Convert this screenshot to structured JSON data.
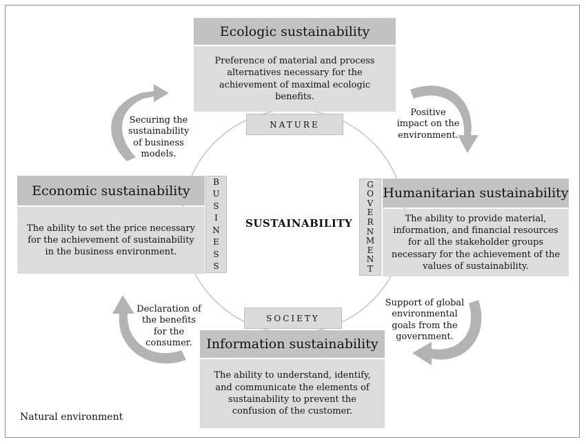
{
  "center_label": "SUSTAINABILITY",
  "footer_label": "Natural environment",
  "boxes": {
    "ecologic": {
      "title": "Ecologic sustainability",
      "body": "Preference of material and process alternatives necessary for the achievement of maximal ecologic benefits."
    },
    "economic": {
      "title": "Economic sustainability",
      "body": "The ability to set the price necessary for the achievement of sustainability in the business environment."
    },
    "humanitarian": {
      "title": "Humanitarian sustainability",
      "body": "The ability to provide material, information, and financial resources for all the stakeholder groups necessary for the achievement of the values of sustainability."
    },
    "information": {
      "title": "Information sustainability",
      "body": "The ability to understand, identify, and communicate the elements of sustainability to prevent the confusion of the customer."
    }
  },
  "tags": {
    "nature": "NATURE",
    "society": "SOCIETY",
    "business": [
      "B",
      "U",
      "S",
      "I",
      "N",
      "E",
      "S",
      "S"
    ],
    "government": [
      "G",
      "O",
      "V",
      "E",
      "R",
      "N",
      "M",
      "E",
      "N",
      "T"
    ]
  },
  "notes": {
    "top_left": "Securing the sustainability of business models.",
    "top_right": "Positive impact on the environment.",
    "bottom_left": "Declaration of the benefits for the consumer.",
    "bottom_right": "Support of global environmental goals from the government."
  },
  "colors": {
    "title_fill": "#c2c2c2",
    "body_fill": "#dcdcdc",
    "arrow_fill": "#b3b3b3",
    "circle_stroke": "#c4c4c4"
  }
}
